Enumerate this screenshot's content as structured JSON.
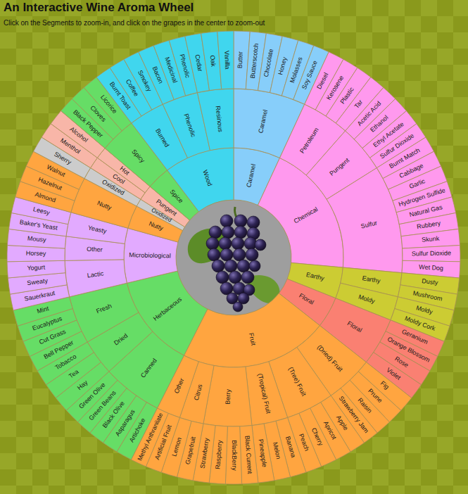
{
  "diagram": {
    "title": "An Interactive Wine Aroma Wheel",
    "nodes": [
      {
        "text": [
          "Caramel"
        ]
      },
      {
        "text": [
          "Caramel"
        ]
      },
      {
        "text": [
          "Butter"
        ]
      },
      {
        "text": [
          "Butterscotch"
        ]
      },
      {
        "text": [
          "Chocolate"
        ]
      },
      {
        "text": [
          "Honey"
        ]
      },
      {
        "text": [
          "Molasses"
        ]
      },
      {
        "text": [
          "Soy Sauce"
        ]
      },
      {
        "text": [
          "Chemical"
        ]
      },
      {
        "text": [
          "Petroleum"
        ]
      },
      {
        "text": [
          "Diesel"
        ]
      },
      {
        "text": [
          "Kerosene"
        ]
      },
      {
        "text": [
          "Plastic"
        ]
      },
      {
        "text": [
          "Tar"
        ]
      },
      {
        "text": [
          "Pungent"
        ]
      },
      {
        "text": [
          "Acetic Acid"
        ]
      },
      {
        "text": [
          "Ethanol"
        ]
      },
      {
        "text": [
          "Ethyl Acetate"
        ]
      },
      {
        "text": [
          "Sulfur Dioxide"
        ]
      },
      {
        "text": [
          "Sulfur"
        ]
      },
      {
        "text": [
          "Burnt Match"
        ]
      },
      {
        "text": [
          "Cabbage"
        ]
      },
      {
        "text": [
          "Garlic"
        ]
      },
      {
        "text": [
          "Hydrogen Sulfide"
        ]
      },
      {
        "text": [
          "Natural Gas"
        ]
      },
      {
        "text": [
          "Rubbery"
        ]
      },
      {
        "text": [
          "Skunk"
        ]
      },
      {
        "text": [
          "Sulfur Dioxide"
        ]
      },
      {
        "text": [
          "Wet Dog"
        ]
      },
      {
        "text": [
          "Earthy"
        ]
      },
      {
        "text": [
          "Earthy"
        ]
      },
      {
        "text": [
          "Dusty"
        ]
      },
      {
        "text": [
          "Mushroom"
        ]
      },
      {
        "text": [
          "Moldy"
        ]
      },
      {
        "text": [
          "Moldy"
        ]
      },
      {
        "text": [
          "Moldy Cork"
        ]
      },
      {
        "text": [
          "Floral"
        ]
      },
      {
        "text": [
          "Floral"
        ]
      },
      {
        "text": [
          "Geranium"
        ]
      },
      {
        "text": [
          "Orange Blossom"
        ]
      },
      {
        "text": [
          "Rose"
        ]
      },
      {
        "text": [
          "Violet"
        ]
      },
      {
        "text": [
          "Fruit"
        ]
      },
      {
        "text": [
          "(Dried) Fruit"
        ]
      },
      {
        "text": [
          "Fig"
        ]
      },
      {
        "text": [
          "Prune"
        ]
      },
      {
        "text": [
          "Raisin"
        ]
      },
      {
        "text": [
          "Strawberry Jam"
        ]
      },
      {
        "text": [
          "(Tree) Fruit"
        ]
      },
      {
        "text": [
          "Apple"
        ]
      },
      {
        "text": [
          "Apricot"
        ]
      },
      {
        "text": [
          "Cherry"
        ]
      },
      {
        "text": [
          "Peach"
        ]
      },
      {
        "text": [
          "(Tropical) Fruit"
        ]
      },
      {
        "text": [
          "Banana"
        ]
      },
      {
        "text": [
          "Melon"
        ]
      },
      {
        "text": [
          "Pineapple"
        ]
      },
      {
        "text": [
          "Berry"
        ]
      },
      {
        "text": [
          "Black Current"
        ]
      },
      {
        "text": [
          "BlackBerry"
        ]
      },
      {
        "text": [
          "Raspberry"
        ]
      },
      {
        "text": [
          "Strawberry"
        ]
      },
      {
        "text": [
          "Citrus"
        ]
      },
      {
        "text": [
          "Grapefruit"
        ]
      },
      {
        "text": [
          "Lemon"
        ]
      },
      {
        "text": [
          "Other"
        ]
      },
      {
        "text": [
          "Artificial Fruit"
        ]
      },
      {
        "text": [
          "Methyl Anthranilate"
        ]
      },
      {
        "text": [
          "Herbaceous"
        ]
      },
      {
        "text": [
          "Canned"
        ]
      },
      {
        "text": [
          "Artichoke"
        ]
      },
      {
        "text": [
          "Asparagus"
        ]
      },
      {
        "text": [
          "Black Olive"
        ]
      },
      {
        "text": [
          "Green Beans"
        ]
      },
      {
        "text": [
          "Green Olive"
        ]
      },
      {
        "text": [
          "Dried"
        ]
      },
      {
        "text": [
          "Hay"
        ]
      },
      {
        "text": [
          "Tea"
        ]
      },
      {
        "text": [
          "Tobacco"
        ]
      },
      {
        "text": [
          "Fresh"
        ]
      },
      {
        "text": [
          "Bell Pepper"
        ]
      },
      {
        "text": [
          "Cut Grass"
        ]
      },
      {
        "text": [
          "Eucalyptus"
        ]
      },
      {
        "text": [
          "Mint"
        ]
      },
      {
        "text": [
          "Microbiological"
        ]
      },
      {
        "text": [
          "Lactic"
        ]
      },
      {
        "text": [
          "Sauerkraut"
        ]
      },
      {
        "text": [
          "Sweaty"
        ]
      },
      {
        "text": [
          "Yogurt"
        ]
      },
      {
        "text": [
          "Other"
        ]
      },
      {
        "text": [
          "Horsey"
        ]
      },
      {
        "text": [
          "Mousy"
        ]
      },
      {
        "text": [
          "Yeasty"
        ]
      },
      {
        "text": [
          "Baker's Yeast"
        ]
      },
      {
        "text": [
          "Leesy"
        ]
      },
      {
        "text": [
          "Nutty"
        ]
      },
      {
        "text": [
          "Nutty"
        ]
      },
      {
        "text": [
          "Almond"
        ]
      },
      {
        "text": [
          "Hazelnut"
        ]
      },
      {
        "text": [
          "Walnut"
        ]
      },
      {
        "text": [
          "Oxidized"
        ]
      },
      {
        "text": [
          "Oxidized"
        ]
      },
      {
        "text": [
          "Sherry"
        ]
      },
      {
        "text": [
          "Pungent"
        ]
      },
      {
        "text": [
          "Cool"
        ]
      },
      {
        "text": [
          "Menthol"
        ]
      },
      {
        "text": [
          "Hot"
        ]
      },
      {
        "text": [
          "Alcohol"
        ]
      },
      {
        "text": [
          "Spice"
        ]
      },
      {
        "text": [
          "Spicy"
        ]
      },
      {
        "text": [
          "Black Pepper"
        ]
      },
      {
        "text": [
          "Cloves"
        ]
      },
      {
        "text": [
          "Licorice"
        ]
      },
      {
        "text": [
          "Wood"
        ]
      },
      {
        "text": [
          "Burned"
        ]
      },
      {
        "text": [
          "Burnt Toast"
        ]
      },
      {
        "text": [
          "Coffee"
        ]
      },
      {
        "text": [
          "Smokey"
        ]
      },
      {
        "text": [
          "Phenolic"
        ]
      },
      {
        "text": [
          "Bacon"
        ]
      },
      {
        "text": [
          "Medicinal"
        ]
      },
      {
        "text": [
          "Phenolic"
        ]
      },
      {
        "text": [
          "Resinous"
        ]
      },
      {
        "text": [
          "Cedar"
        ]
      },
      {
        "text": [
          "Oak"
        ]
      },
      {
        "text": [
          "Vanilla"
        ]
      }
    ],
    "labels": [
      "Click on the Segments to zoom-in, and click on the grapes in the center to zoom-out"
    ]
  }
}
